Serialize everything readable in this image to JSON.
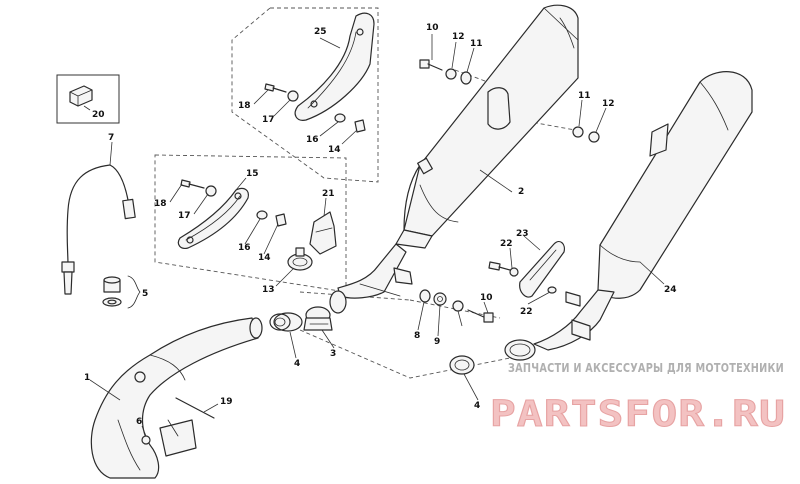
{
  "diagram": {
    "callouts": {
      "c1": "1",
      "c2": "2",
      "c3": "3",
      "c4a": "4",
      "c4b": "4",
      "c5": "5",
      "c6": "6",
      "c7": "7",
      "c8": "8",
      "c9": "9",
      "c10a": "10",
      "c10b": "10",
      "c11a": "11",
      "c11b": "11",
      "c12a": "12",
      "c12b": "12",
      "c13": "13",
      "c14a": "14",
      "c14b": "14",
      "c15": "15",
      "c16a": "16",
      "c16b": "16",
      "c17a": "17",
      "c17b": "17",
      "c18a": "18",
      "c18b": "18",
      "c19": "19",
      "c20": "20",
      "c21": "21",
      "c22a": "22",
      "c22b": "22",
      "c23": "23",
      "c24": "24",
      "c25": "25"
    }
  },
  "watermark": {
    "tagline": "ЗАПЧАСТИ И АКСЕССУАРЫ ДЛЯ МОТОТЕХНИКИ",
    "brand": "PARTSFOR.RU"
  }
}
